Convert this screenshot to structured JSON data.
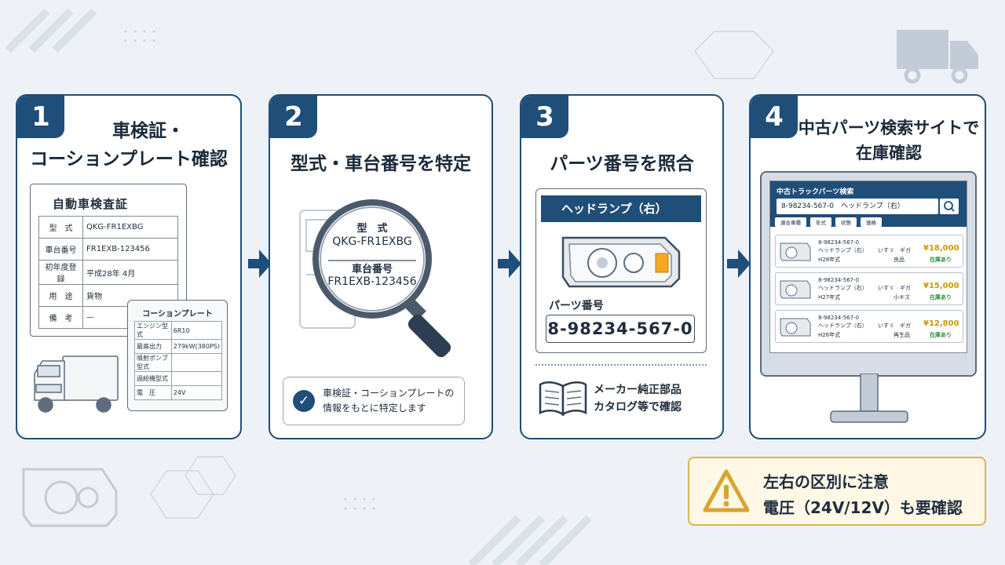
{
  "colors": {
    "navy": "#1f4e79",
    "warning": "#e0b34a",
    "price": "#c79a00",
    "stock": "#2e8b3d"
  },
  "steps": [
    {
      "number": "1",
      "title_lines": [
        "車検証・",
        "コーションプレート確認"
      ],
      "registration": {
        "title": "自動車検査証",
        "rows": [
          {
            "key": "型　式",
            "value": "QKG-FR1EXBG"
          },
          {
            "key": "車台番号",
            "value": "FR1EXB-123456"
          },
          {
            "key": "初年度登録",
            "value": "平成28年 4月"
          },
          {
            "key": "用　途",
            "value": "貨物"
          },
          {
            "key": "備　考",
            "value": "—"
          }
        ]
      },
      "caution_plate": {
        "title": "コーションプレート",
        "rows": [
          {
            "key": "エンジン型式",
            "value": "6R10"
          },
          {
            "key": "最高出力",
            "value": "279kW(380PS)"
          },
          {
            "key": "噴射ポンプ型式",
            "value": ""
          },
          {
            "key": "過給機型式",
            "value": ""
          },
          {
            "key": "電　圧",
            "value": "24V"
          }
        ]
      }
    },
    {
      "number": "2",
      "title": "型式・車台番号を特定",
      "lens": {
        "model_label": "型　式",
        "model_value": "QKG-FR1EXBG",
        "chassis_label": "車台番号",
        "chassis_value": "FR1EXB-123456"
      },
      "note_lines": [
        "車検証・コーションプレートの",
        "情報をもとに特定します"
      ]
    },
    {
      "number": "3",
      "title": "パーツ番号を照合",
      "part_name": "ヘッドランプ（右）",
      "part_number_label": "パーツ番号",
      "part_number": "8-98234-567-0",
      "catalog_lines": [
        "メーカー純正部品",
        "カタログ等で確認"
      ]
    },
    {
      "number": "4",
      "title_lines": [
        "中古パーツ検索サイトで",
        "在庫確認"
      ],
      "site": {
        "title": "中古トラックパーツ検索",
        "search_value": "8-98234-567-0　ヘッドランプ（右）",
        "filters": [
          "適合車種",
          "年式",
          "状態",
          "価格"
        ],
        "results": [
          {
            "pn": "8-98234-567-0",
            "name": "ヘッドランプ（右）",
            "maker": "いすゞ",
            "model": "ギガ",
            "year": "H28年式",
            "condition": "良品",
            "price": "¥18,000",
            "stock": "在庫あり"
          },
          {
            "pn": "8-98234-567-0",
            "name": "ヘッドランプ（右）",
            "maker": "いすゞ",
            "model": "ギガ",
            "year": "H27年式",
            "condition": "小キズ",
            "price": "¥15,000",
            "stock": "在庫あり"
          },
          {
            "pn": "8-98234-567-0",
            "name": "ヘッドランプ（右）",
            "maker": "いすゞ",
            "model": "ギガ",
            "year": "H26年式",
            "condition": "再生品",
            "price": "¥12,800",
            "stock": "在庫あり"
          }
        ]
      }
    }
  ],
  "warning": {
    "line1": "左右の区別に注意",
    "line2": "電圧（24V/12V）も要確認"
  }
}
